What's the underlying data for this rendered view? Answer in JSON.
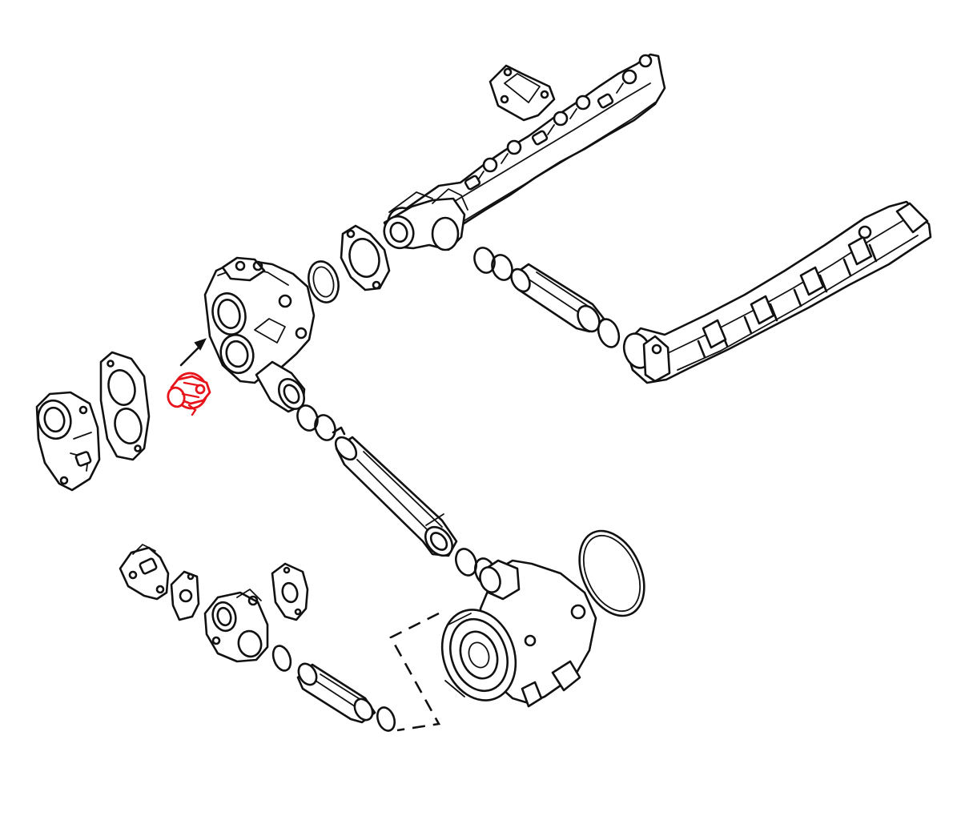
{
  "diagram": {
    "background": "#ffffff",
    "line_color": "#111111",
    "highlight_color": "#e8141b",
    "highlighted_part": "thermostat",
    "parts": [
      "upper-coolant-manifold",
      "manifold-cover-plate",
      "outlet-elbow",
      "flange-gasket",
      "o-ring",
      "coolant-tube",
      "lower-coolant-manifold",
      "thermostat-housing",
      "thermostat",
      "thermostat-gasket",
      "thermostat-cover",
      "long-coolant-pipe",
      "water-pump",
      "pump-seal-ring",
      "small-housing",
      "small-gasket",
      "temperature-sender",
      "short-coolant-tube"
    ]
  }
}
